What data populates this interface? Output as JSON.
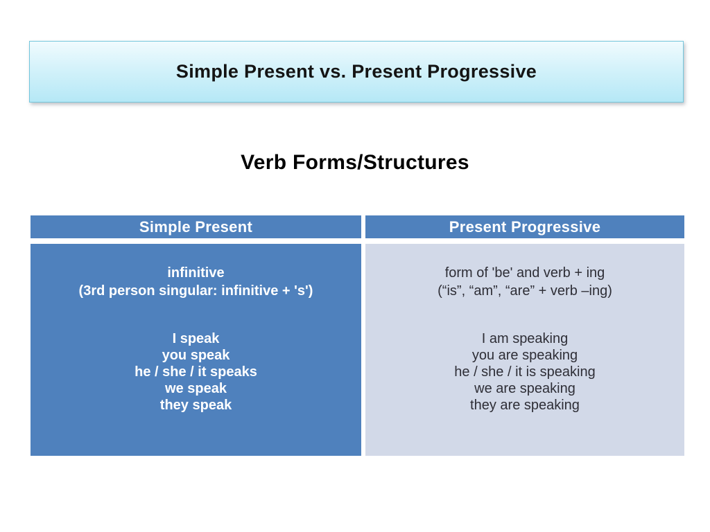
{
  "slide": {
    "title": "Simple Present vs. Present Progressive",
    "subtitle": "Verb Forms/Structures"
  },
  "table": {
    "columns": [
      {
        "header": "Simple Present",
        "structure_lines": [
          "infinitive",
          "(3rd person singular: infinitive + 's')"
        ],
        "example_lines": [
          "I speak",
          "you speak",
          "he / she / it speaks",
          "we speak",
          "they speak"
        ]
      },
      {
        "header": "Present Progressive",
        "structure_lines": [
          "form of 'be' and verb + ing",
          "(“is”, “am”, “are” + verb –ing)"
        ],
        "example_lines": [
          "I am speaking",
          "you are speaking",
          "he / she / it is speaking",
          "we are speaking",
          "they are speaking"
        ]
      }
    ]
  },
  "colors": {
    "header_blue": "#4F81BD",
    "left_cell_blue": "#4F81BD",
    "right_cell_gray": "#D2D9E8",
    "title_box_gradient_top": "#F0FBFE",
    "title_box_gradient_bottom": "#B5E8F6",
    "title_box_border": "#74C6DC",
    "dark_text": "#2E2E36"
  }
}
